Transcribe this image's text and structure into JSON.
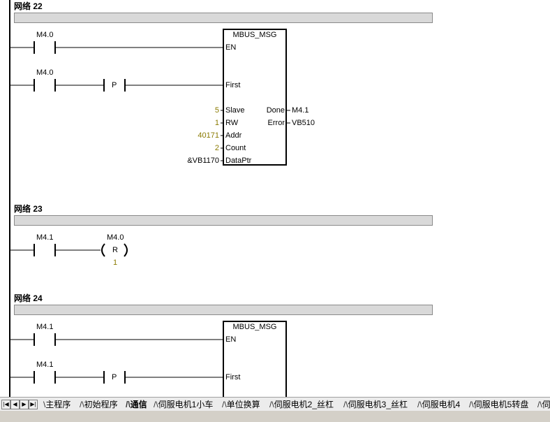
{
  "networks": [
    {
      "title": "网络 22",
      "contacts": [
        {
          "addr": "M4.0"
        },
        {
          "addr": "M4.0",
          "edge": "P"
        }
      ],
      "block": {
        "name": "MBUS_MSG",
        "inputs": [
          "EN",
          "First",
          "Slave",
          "RW",
          "Addr",
          "Count",
          "DataPtr"
        ],
        "input_values": [
          "",
          "",
          "5",
          "1",
          "40171",
          "2",
          "&VB1170"
        ],
        "outputs": [
          "Done",
          "Error"
        ],
        "output_values": [
          "M4.1",
          "VB510"
        ]
      }
    },
    {
      "title": "网络 23",
      "contacts": [
        {
          "addr": "M4.1"
        }
      ],
      "coil": {
        "addr": "M4.0",
        "type": "R",
        "count": "1"
      }
    },
    {
      "title": "网络 24",
      "contacts": [
        {
          "addr": "M4.1"
        },
        {
          "addr": "M4.1",
          "edge": "P"
        }
      ],
      "block": {
        "name": "MBUS_MSG",
        "inputs": [
          "EN",
          "First"
        ]
      }
    }
  ],
  "tabs": [
    "主程序",
    "初始程序",
    "通信",
    "伺服电机1小车",
    "单位换算",
    "伺服电机2_丝杠",
    "伺服电机3_丝杠",
    "伺服电机4",
    "伺服电机5转盘",
    "伺"
  ],
  "active_tab": "通信",
  "nav_buttons": [
    "|◀",
    "◀",
    "▶",
    "▶|"
  ]
}
